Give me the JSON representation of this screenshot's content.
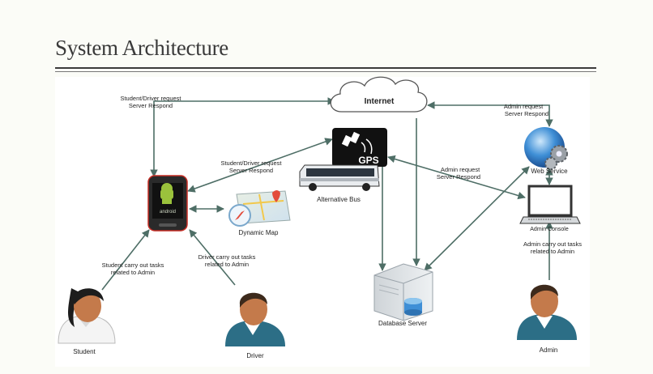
{
  "slide": {
    "title": "System Architecture"
  },
  "nodes": {
    "internet": "Internet",
    "gps": "GPS",
    "alt_bus": "Alternative Bus",
    "dynamic_map": "Dynamic Map",
    "web_service": "Web Service",
    "admin_console": "Admin Console",
    "database_server": "Database Server",
    "student": "Student",
    "driver": "Driver",
    "admin": "Admin",
    "phone_brand": "android"
  },
  "edge_labels": {
    "top_left": [
      "Student/Driver request",
      "Server Respond"
    ],
    "mid_left": [
      "Student/Driver request",
      "Server Respond"
    ],
    "top_right": [
      "Admin request",
      "Server Respond"
    ],
    "mid_right": [
      "Admin request",
      "Server Respond"
    ],
    "student_tasks": [
      "Student carry out tasks",
      "related to Admin"
    ],
    "driver_tasks": [
      "Driver carry out tasks",
      "related to Admin"
    ],
    "admin_tasks": [
      "Admin carry out tasks",
      "related to Admin"
    ]
  },
  "colors": {
    "arrow": "#4e6e66",
    "phone_body": "#2a2a2a",
    "phone_accent": "#c62d24",
    "android_green": "#9bc23c",
    "globe": "#3f8fd6",
    "person_shirt": "#2c6e86",
    "skin": "#c47a4b"
  }
}
